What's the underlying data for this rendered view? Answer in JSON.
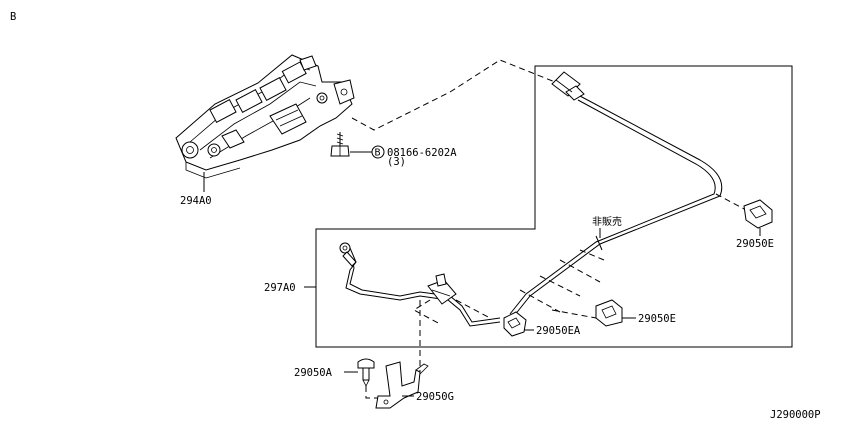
{
  "corner_label": "B",
  "drawing_number": "J290000P",
  "callouts": {
    "module": "294A0",
    "harness": "297A0",
    "bolt_circle": "B",
    "bolt_part": "08166-6202A",
    "bolt_qty": "(3)",
    "not_for_sale": "非販売",
    "clip_e_upper": "29050E",
    "clip_e_lower": "29050E",
    "clip_ea": "29050EA",
    "clip_a": "29050A",
    "bracket_g": "29050G"
  }
}
